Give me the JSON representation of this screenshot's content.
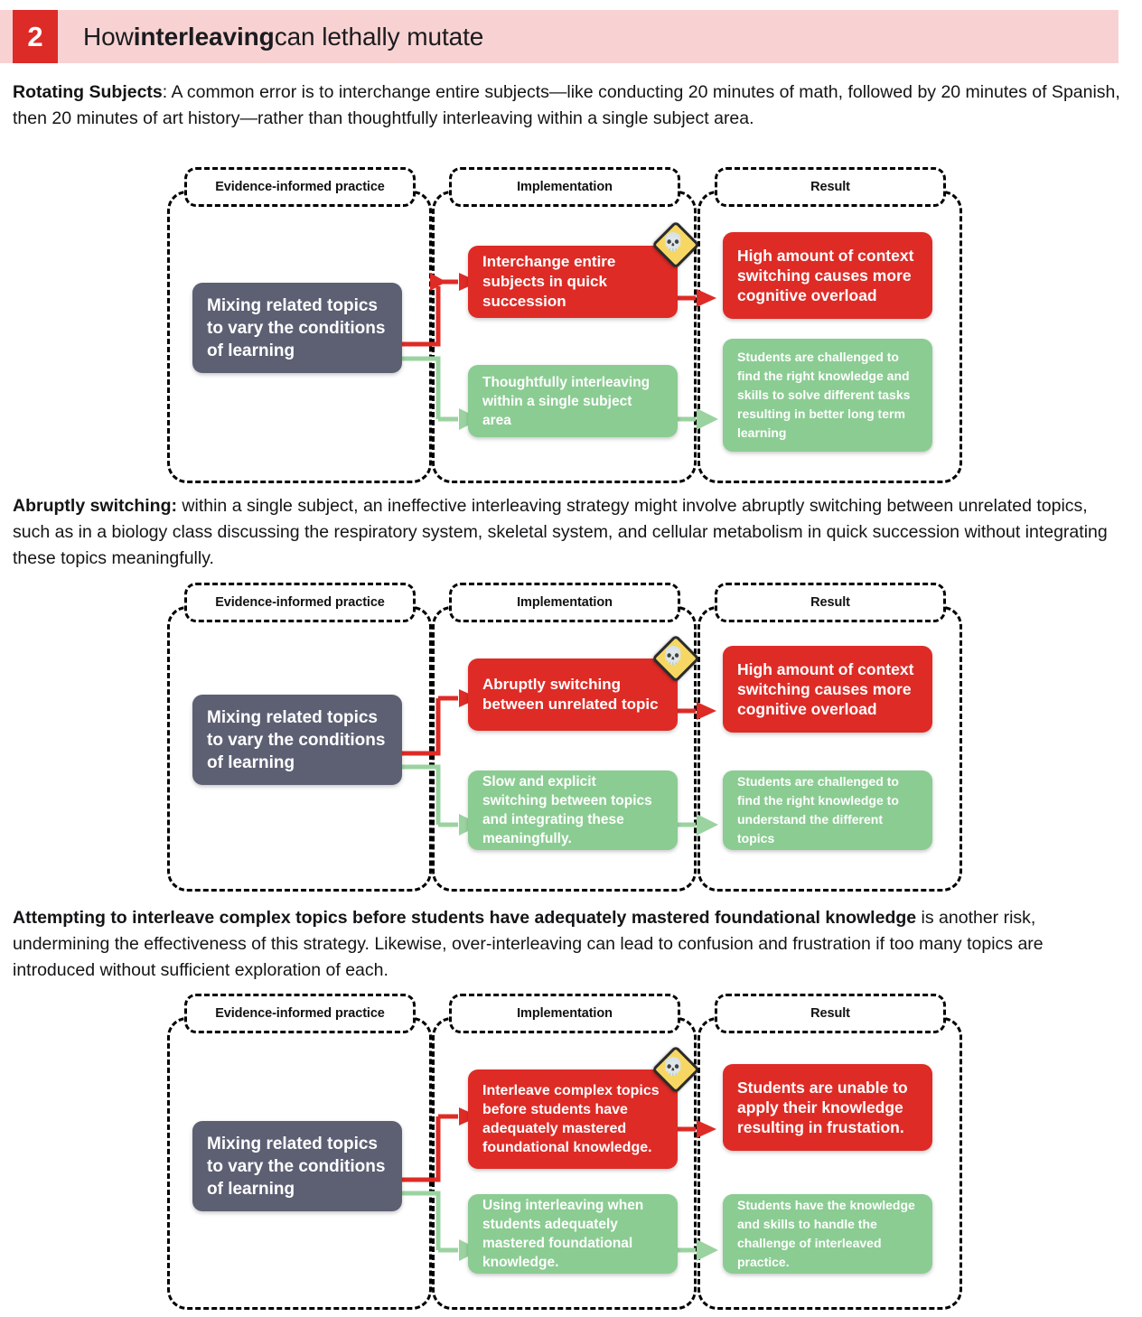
{
  "header": {
    "number": "2",
    "title_prefix": "How ",
    "title_bold": "interleaving",
    "title_suffix": " can lethally mutate",
    "badge_color": "#DD2B28",
    "bar_color": "#F8D2D2"
  },
  "colors": {
    "red": "#DE2B26",
    "green": "#8BCC92",
    "slate": "#5D6073",
    "warning_yellow": "#F7D763",
    "text": "#141416"
  },
  "column_labels": {
    "practice": "Evidence-informed practice",
    "implementation": "Implementation",
    "result": "Result"
  },
  "source_box": "Mixing related topics to vary the conditions of learning",
  "warning_icon": "skull-warning-sign",
  "sections": [
    {
      "id": "rotating-subjects",
      "paragraph_bold": "Rotating Subjects",
      "paragraph_rest": ": A common error is to interchange entire subjects—like conducting 20 minutes of math, followed by 20 minutes of Spanish, then 20 minutes of art history—rather than thoughtfully interleaving within a single subject area.",
      "source": "Mixing related topics to vary the conditions of learning",
      "bad_implementation": "Interchange entire subjects in quick succession",
      "bad_result": "High amount of context switching causes more cognitive overload",
      "good_implementation": "Thoughtfully interleaving within a single subject area",
      "good_result": "Students are challenged to find the right knowledge and skills to solve different tasks resulting in better long term learning"
    },
    {
      "id": "abruptly-switching",
      "paragraph_bold": "Abruptly switching:",
      "paragraph_rest": " within a single subject, an ineffective interleaving strategy might involve abruptly switching between unrelated topics, such as in a biology class discussing the respiratory system, skeletal system, and cellular metabolism in quick succession without integrating these topics meaningfully.",
      "source": "Mixing related topics to vary the conditions of learning",
      "bad_implementation": "Abruptly switching between unrelated topic",
      "bad_result": "High amount of context switching causes more cognitive overload",
      "good_implementation": "Slow and explicit switching between topics and integrating these meaningfully.",
      "good_result": "Students are challenged to find the right knowledge to understand the different topics"
    },
    {
      "id": "premature-complexity",
      "paragraph_bold": "Attempting to interleave complex topics before students have adequately mastered foundational knowledge",
      "paragraph_rest": " is another risk, undermining the effectiveness of this strategy. Likewise, over-interleaving can lead to confusion and frustration if too many topics are introduced without sufficient exploration of each.",
      "source": "Mixing related topics to vary the conditions of learning",
      "bad_implementation": "Interleave complex topics before students have adequately mastered foundational knowledge.",
      "bad_result": "Students are unable to apply their knowledge resulting in frustation.",
      "good_implementation": "Using interleaving when students adequately mastered foundational knowledge.",
      "good_result": "Students have the knowledge and skills to handle the challenge of interleaved practice."
    }
  ]
}
